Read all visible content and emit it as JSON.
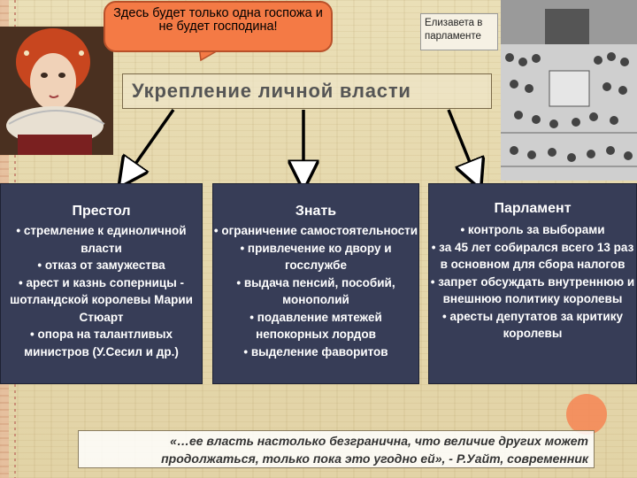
{
  "speech_bubble": {
    "text": "Здесь будет только одна госпожа и не будет господина!"
  },
  "caption": {
    "text": "Елизавета в парламенте"
  },
  "title": {
    "text": "Укрепление личной власти"
  },
  "panels": [
    {
      "heading": "Престол",
      "items": [
        "• стремление к единоличной власти",
        "• отказ от замужества",
        "• арест и казнь соперницы - шотландской королевы Марии Стюарт",
        "• опора на талантливых министров (У.Сесил и др.)"
      ]
    },
    {
      "heading": "Знать",
      "items": [
        "• ограничение самостоятельности",
        "• привлечение ко двору и госслужбе",
        "• выдача пенсий, пособий, монополий",
        "• подавление мятежей непокорных лордов",
        "• выделение фаворитов"
      ]
    },
    {
      "heading": "Парламент",
      "items": [
        "• контроль за выборами",
        "• за 45 лет собирался всего 13 раз в основном для сбора налогов",
        "• запрет обсуждать внутреннюю и внешнюю политику королевы",
        "• аресты депутатов за критику королевы"
      ]
    }
  ],
  "quote": {
    "text": "«…ее власть настолько безгранична, что величие других может продолжаться, только пока это угодно ей», - Р.Уайт, современник"
  },
  "colors": {
    "panel": "#373d57",
    "bubble": "#f47a45",
    "accent_circle": "#f48a58"
  },
  "images": {
    "portrait": "elizabeth-portrait",
    "crowd": "parliament-engraving"
  }
}
